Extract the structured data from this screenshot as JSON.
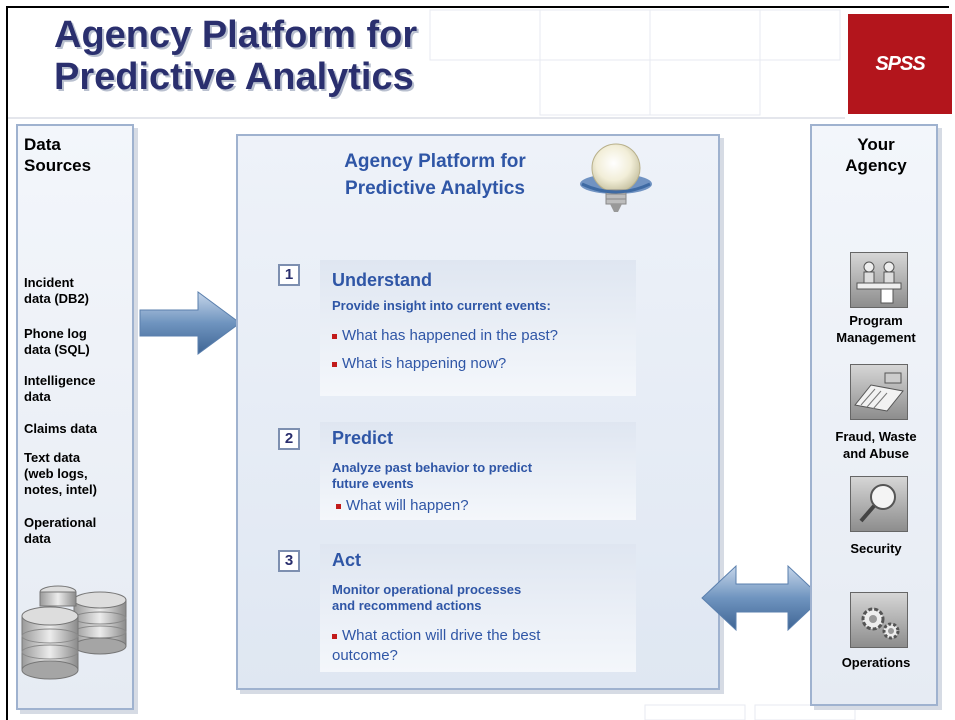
{
  "slide": {
    "title_line1": "Agency Platform for",
    "title_line2": "Predictive Analytics"
  },
  "logo": {
    "text": "SPSS",
    "color": "#b3151c"
  },
  "data_sources": {
    "header_line1": "Data",
    "header_line2": "Sources",
    "items": [
      [
        "Incident",
        "data (DB2)"
      ],
      [
        "Phone log",
        "data (SQL)"
      ],
      [
        "Intelligence",
        "data"
      ],
      [
        "Claims data"
      ],
      [
        "Text data",
        "(web logs,",
        "notes, intel)"
      ],
      [
        "Operational",
        "data"
      ]
    ],
    "icon": "database-stack-icon"
  },
  "platform": {
    "title_line1": "Agency Platform for",
    "title_line2": "Predictive Analytics",
    "icon": "lightbulb-globe-icon",
    "steps": [
      {
        "number": "1",
        "title": "Understand",
        "desc_line1": "Provide insight into current events:",
        "desc_line2": "",
        "bullets": [
          "What has happened in the past?",
          "What is happening now?"
        ]
      },
      {
        "number": "2",
        "title": "Predict",
        "desc_line1": "Analyze past behavior to predict",
        "desc_line2": "future events",
        "bullets": [
          "What will happen?"
        ]
      },
      {
        "number": "3",
        "title": "Act",
        "desc_line1": "Monitor operational processes",
        "desc_line2": "and recommend actions",
        "bullets": [
          "What action will drive the best",
          "outcome?"
        ]
      }
    ]
  },
  "agency": {
    "header_line1": "Your",
    "header_line2": "Agency",
    "items": [
      {
        "label_line1": "Program",
        "label_line2": "Management",
        "icon": "people-office-icon"
      },
      {
        "label_line1": "Fraud, Waste",
        "label_line2": "and Abuse",
        "icon": "card-swipe-icon"
      },
      {
        "label_line1": "Security",
        "label_line2": "",
        "icon": "magnifier-icon"
      },
      {
        "label_line1": "Operations",
        "label_line2": "",
        "icon": "gears-icon"
      }
    ]
  },
  "colors": {
    "accent_blue": "#2f56a6",
    "title_navy": "#2a2f6e",
    "bullet_red": "#c21b1b",
    "arrow_blue": "#6f94bf"
  }
}
